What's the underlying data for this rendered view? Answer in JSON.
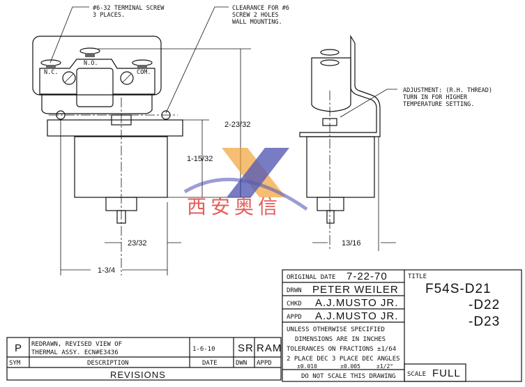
{
  "notes": {
    "terminal_screw": [
      "#6-32 TERMINAL SCREW",
      "3 PLACES."
    ],
    "clearance": [
      "CLEARANCE FOR #6",
      "SCREW 2 HOLES",
      "WALL MOUNTING."
    ],
    "adjustment": [
      "ADJUSTMENT: (R.H. THREAD)",
      "TURN IN FOR HIGHER",
      "TEMPERATURE SETTING."
    ]
  },
  "terminals": {
    "nc": "N.C.",
    "no": "N.O.",
    "com": "COM."
  },
  "dimensions": {
    "overall_height": "2-23/32",
    "base_height": "1-15/32",
    "center_offset": "23/32",
    "overall_width": "1-3/4",
    "side_offset": "13/16"
  },
  "watermark": {
    "text": "西安奥信",
    "colors": {
      "logo_blue": "#3a3fa8",
      "logo_orange": "#f0a030",
      "text_red": "#e04040"
    }
  },
  "title_block": {
    "original_date_label": "ORIGINAL DATE",
    "original_date": "7-22-70",
    "drwn_label": "DRWN",
    "drwn": "PETER WEILER",
    "chkd_label": "CHKD",
    "chkd": "A.J.MUSTO JR.",
    "appd_label": "APPD",
    "appd": "A.J.MUSTO JR.",
    "tolerance_notes": [
      "UNLESS OTHERWISE SPECIFIED",
      "DIMENSIONS ARE IN INCHES",
      "TOLERANCES ON FRACTIONS ±1/64",
      "2 PLACE DEC 3 PLACE DEC ANGLES"
    ],
    "tolerances": [
      "±0.010",
      "±0.005",
      "±1/2°"
    ],
    "do_not_scale": "DO NOT SCALE THIS DRAWING",
    "title_label": "TITLE",
    "title_lines": [
      "F54S-D21",
      "-D22",
      "-D23"
    ],
    "scale_label": "SCALE",
    "scale": "FULL"
  },
  "revisions": {
    "rows": [
      {
        "sym": "P",
        "description": [
          "REDRAWN, REVISED VIEW OF",
          "THERMAL ASSY.  ECN#E3436"
        ],
        "date": "1-6-10",
        "dwn": "SR",
        "appd": "RAM"
      }
    ],
    "headers": {
      "sym": "SYM",
      "description": "DESCRIPTION",
      "date": "DATE",
      "dwn": "DWN",
      "appd": "APPD"
    },
    "title": "REVISIONS"
  }
}
